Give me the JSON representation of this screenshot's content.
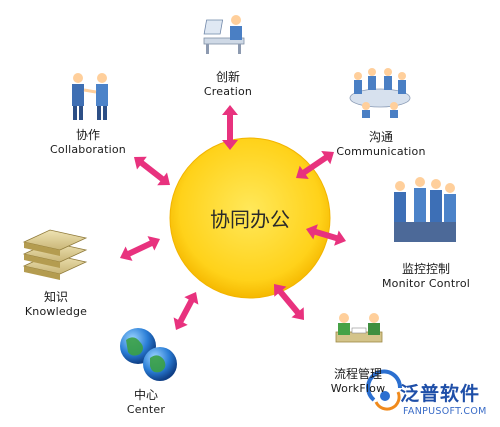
{
  "hub": {
    "label": "协同办公"
  },
  "nodes": [
    {
      "id": "creation",
      "zh": "创新",
      "en": "Creation"
    },
    {
      "id": "communication",
      "zh": "沟通",
      "en": "Communication"
    },
    {
      "id": "monitor",
      "zh": "监控控制",
      "en": "Monitor  Control"
    },
    {
      "id": "workflow",
      "zh": "流程管理",
      "en": "WorkFlow"
    },
    {
      "id": "center",
      "zh": "中心",
      "en": "Center"
    },
    {
      "id": "knowledge",
      "zh": "知识",
      "en": "Knowledge"
    },
    {
      "id": "collaboration",
      "zh": "协作",
      "en": "Collaboration"
    }
  ],
  "brand": {
    "name": "泛普软件",
    "url": "FANPUSOFT.COM"
  },
  "colors": {
    "hub": "#ffd21a",
    "hub_edge": "#f5b800",
    "arrow": "#e8327e",
    "brand": "#1f4fa8"
  }
}
